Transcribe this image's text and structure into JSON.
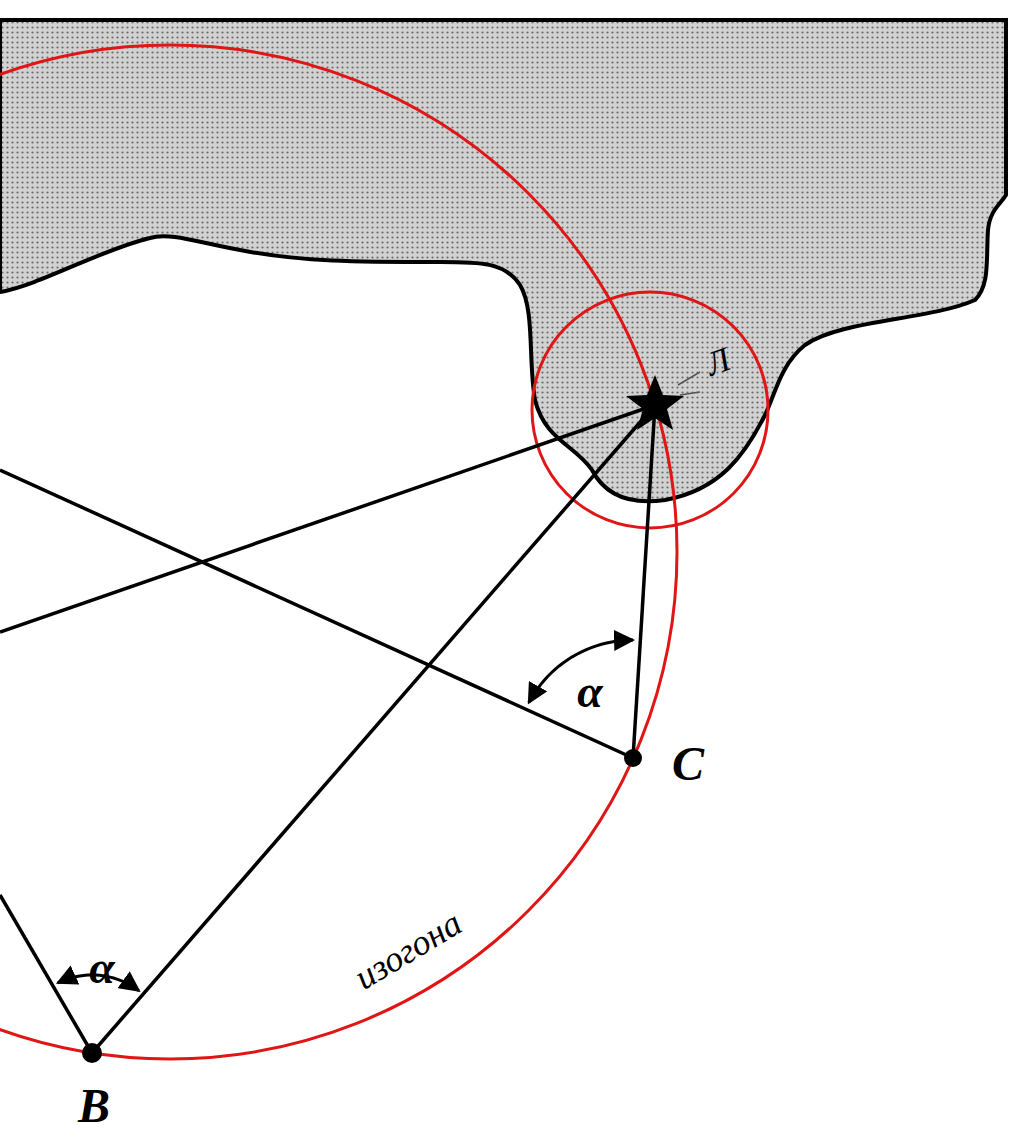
{
  "diagram": {
    "labels": [
      "Л",
      "α",
      "α",
      "C",
      "B",
      "изогона"
    ]
  }
}
